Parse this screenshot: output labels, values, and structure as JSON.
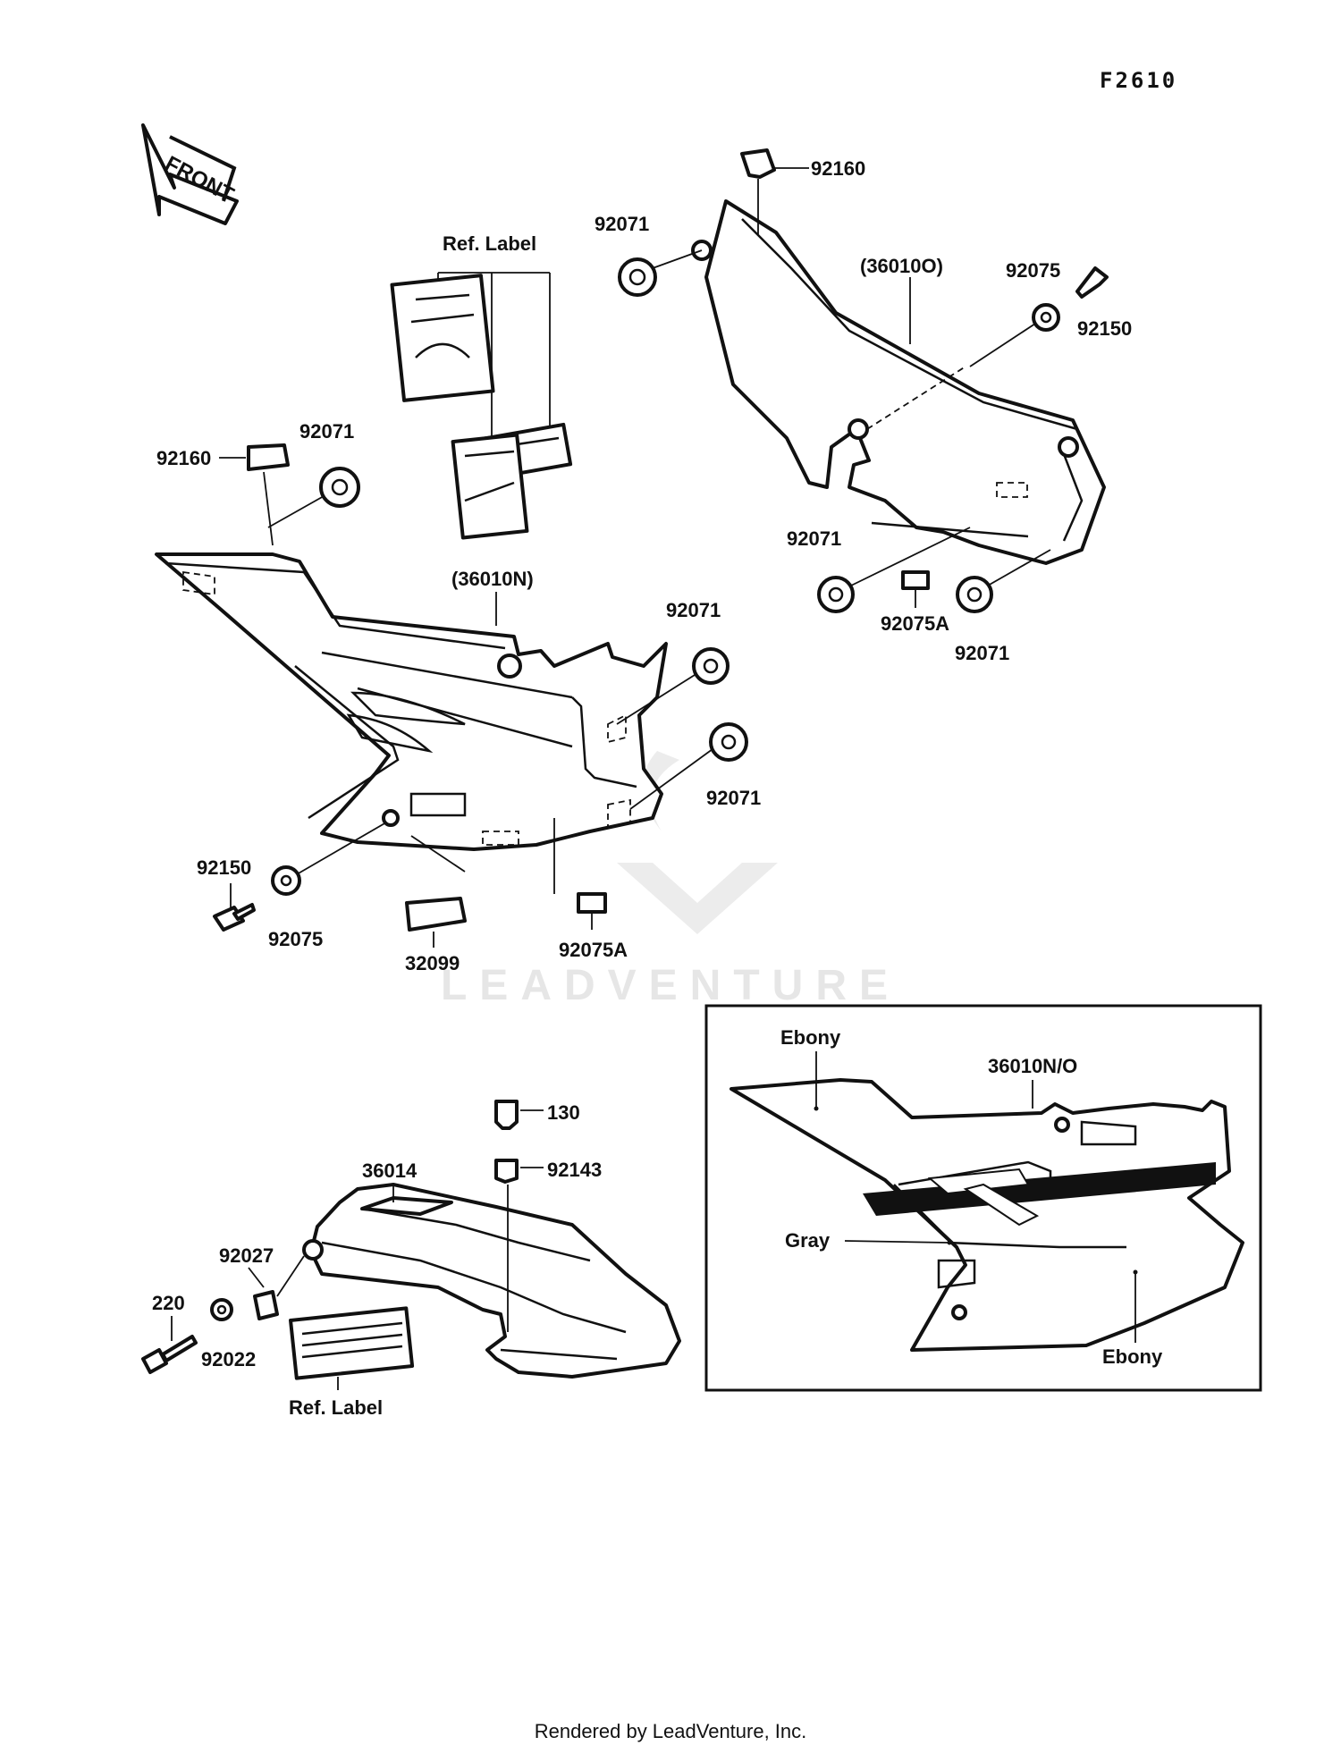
{
  "figure_code": "F2610",
  "front_arrow": "FRONT",
  "watermark": "LEADVENTURE",
  "footer": "Rendered by LeadVenture, Inc.",
  "callouts": {
    "ref_label_top": "Ref. Label",
    "p92160_top": "92160",
    "p92071_top": "92071",
    "p360100": "(36010O)",
    "p92075_right": "92075",
    "p92150_right": "92150",
    "p92071_left_upper": "92071",
    "p92160_left": "92160",
    "p36010n": "(36010N)",
    "p92071_right_mid": "92071",
    "p92071_right_low": "92071",
    "p92071_r2": "92071",
    "p92075a_r": "92075A",
    "p92071_r3": "92071",
    "p92150_left": "92150",
    "p92075_left": "92075",
    "p32099": "32099",
    "p92075a_left": "92075A",
    "p130": "130",
    "p92143": "92143",
    "p36014": "36014",
    "p92027": "92027",
    "p220": "220",
    "p92022": "92022",
    "ref_label_bottom": "Ref. Label"
  },
  "color_inset": {
    "ebony_top": "Ebony",
    "part_no": "36010N/O",
    "gray": "Gray",
    "ebony_bottom": "Ebony"
  }
}
